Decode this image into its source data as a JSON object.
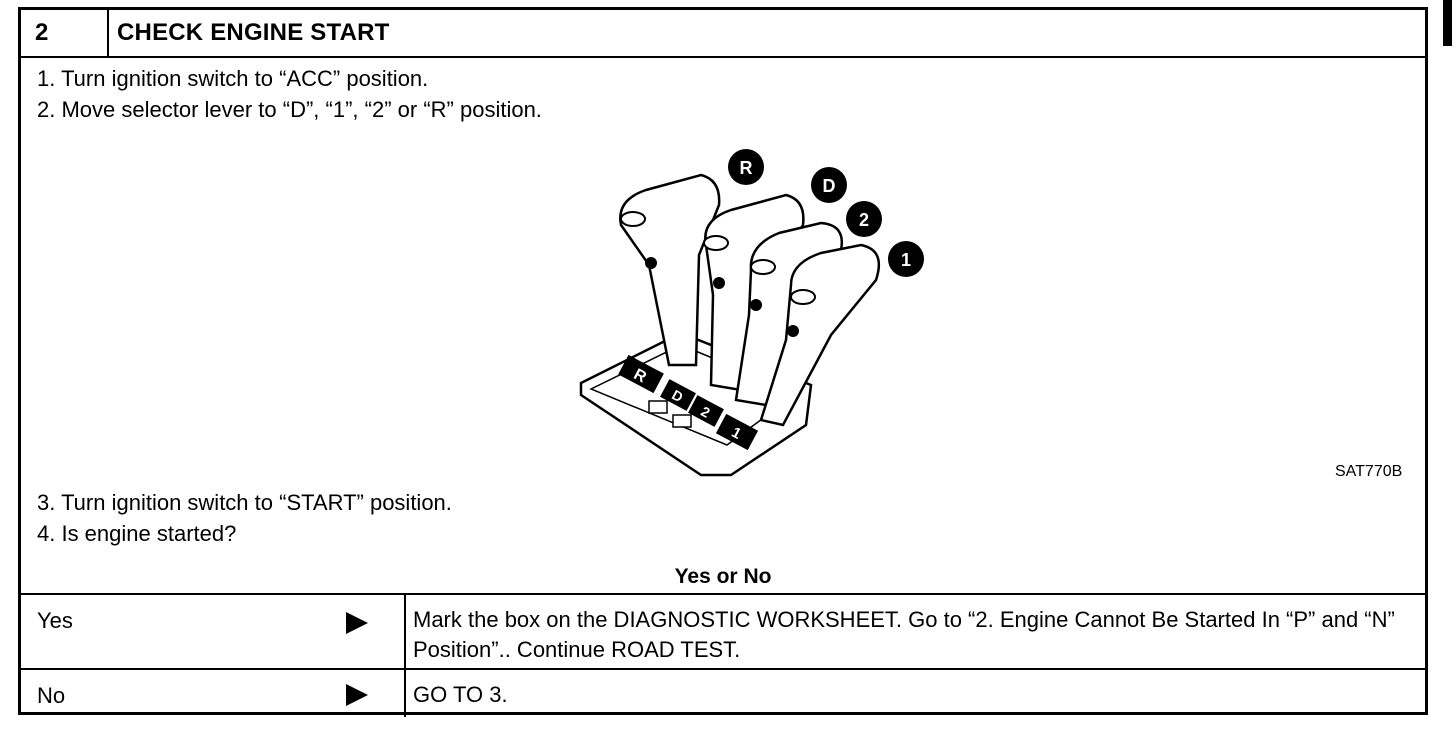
{
  "step": {
    "number": "2",
    "title": "CHECK ENGINE START"
  },
  "instructions": [
    "1.  Turn ignition switch to “ACC” position.",
    "2.  Move selector lever to “D”, “1”, “2” or “R” position.",
    "3.  Turn ignition switch to “START” position.",
    "4.  Is engine started?"
  ],
  "figure": {
    "code": "SAT770B",
    "callouts": [
      "R",
      "D",
      "2",
      "1"
    ],
    "gate_labels": [
      "R",
      "D",
      "2",
      "1"
    ]
  },
  "question": "Yes or No",
  "answers": [
    {
      "label": "Yes",
      "action": "Mark the box on the DIAGNOSTIC WORKSHEET. Go to “2. Engine Cannot Be Started In “P” and “N” Position”.. Continue ROAD TEST."
    },
    {
      "label": "No",
      "action": "GO TO 3."
    }
  ]
}
